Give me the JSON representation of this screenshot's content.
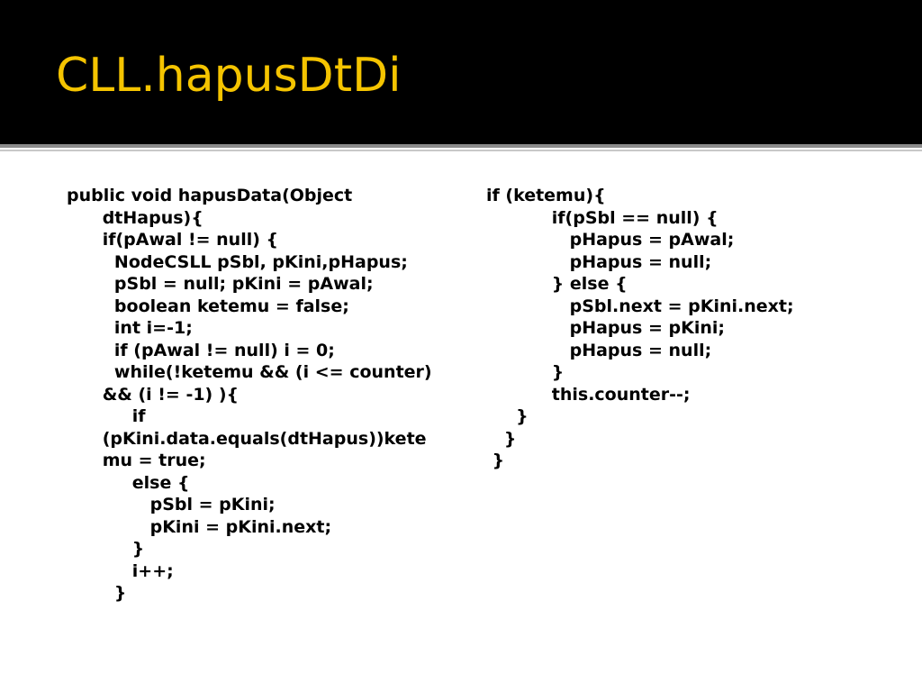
{
  "slide": {
    "title": "CLL.hapusDtDi",
    "title_color": "#f5c400",
    "header_bg": "#000000"
  },
  "code": {
    "left_lines": [
      "public void hapusData(Object",
      "      dtHapus){",
      "      if(pAwal != null) {",
      "        NodeCSLL pSbl, pKini,pHapus;",
      "        pSbl = null; pKini = pAwal;",
      "        boolean ketemu = false;",
      "        int i=-1;",
      "        if (pAwal != null) i = 0;",
      "        while(!ketemu && (i <= counter)",
      "      && (i != -1) ){",
      "           if",
      "      (pKini.data.equals(dtHapus))kete",
      "      mu = true;",
      "           else {",
      "              pSbl = pKini;",
      "              pKini = pKini.next;",
      "           }",
      "           i++;",
      "        }"
    ],
    "right_lines": [
      "if (ketemu){",
      "           if(pSbl == null) {",
      "              pHapus = pAwal;",
      "              pHapus = null;",
      "           } else {",
      "              pSbl.next = pKini.next;",
      "              pHapus = pKini;",
      "              pHapus = null;",
      "           }",
      "           this.counter--;",
      "     }",
      "   }",
      " }"
    ]
  }
}
